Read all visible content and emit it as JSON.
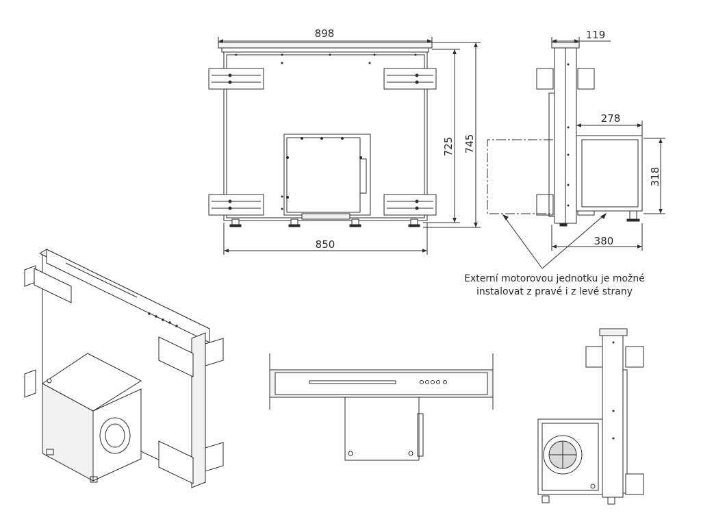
{
  "dimensions": {
    "width_top": "898",
    "width_bottom": "850",
    "height_inner": "725",
    "height_outer": "745",
    "depth_top": "119",
    "motor_width": "278",
    "motor_height": "318",
    "motor_offset": "380"
  },
  "note": {
    "line1": "Externí motorovou jednotku je možné",
    "line2": "instalovat z pravé i z levé strany"
  },
  "colors": {
    "line": "#2a2a2a",
    "fill_light": "#f2f2f2",
    "fill_mid": "#d9d9d9",
    "background": "#ffffff"
  }
}
